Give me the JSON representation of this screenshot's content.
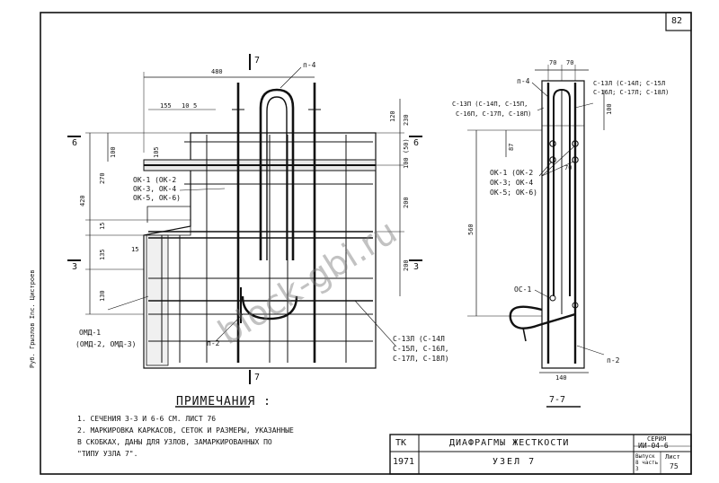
{
  "sheet_number": "82",
  "side_stamp": "Руб. Грызлов  Inc. Цистроев",
  "watermark": "block-gbi.ru",
  "left_view": {
    "section_mark_top": "7",
    "section_mark_bottom": "7",
    "section_6_left": "6",
    "section_6_right": "6",
    "section_3_left": "3",
    "section_3_right": "3",
    "dims_top": [
      "480",
      "155",
      "10",
      "5",
      "120"
    ],
    "dims_right": [
      "230",
      "100 (50)",
      "200",
      "200"
    ],
    "dims_left": [
      "100",
      "105",
      "270",
      "420",
      "15",
      "135",
      "130",
      "15"
    ],
    "label_p4": "п-4",
    "label_p2": "п-2",
    "ok_callout": [
      "ОК-1 (ОК-2",
      "ОК-3, ОК-4",
      "ОК-5, ОК-6)"
    ],
    "omd_callout": [
      "ОМД-1",
      "(ОМД-2, ОМД-3)"
    ],
    "c_callout": [
      "С-13Л (С-14Л",
      "С-15Л, С-16Л,",
      "С-17Л, С-18Л)"
    ]
  },
  "section_view": {
    "title": "7-7",
    "dims_top": [
      "70",
      "70"
    ],
    "dim_100": "100",
    "dim_87": "87",
    "dim_70": "70",
    "dim_560": "560",
    "dim_140": "140",
    "label_p4": "п-4",
    "label_p2": "п-2",
    "label_oc1": "ОС-1",
    "c13p": [
      "С-13П (С-14П, С-15П,",
      "С-16П, С-17П, С-18П)"
    ],
    "c13l": [
      "С-13Л (С-14Л; С-15Л",
      "С-16Л; С-17Л; С-18Л)"
    ],
    "ok_callout": [
      "ОК-1 (ОК-2",
      "ОК-3; ОК-4",
      "ОК-5; ОК-6)"
    ]
  },
  "notes": {
    "title": "ПРИМЕЧАНИЯ :",
    "lines": [
      "1. СЕЧЕНИЯ     3-3  И 6-6  СМ. ЛИСТ 76",
      "2. МАРКИРОВКА КАРКАСОВ, СЕТОК И РАЗМЕРЫ, УКАЗАННЫЕ",
      "   В СКОБКАХ, ДАНЫ ДЛЯ УЗЛОВ, ЗАМАРКИРОВАННЫХ ПО",
      "   \"ТИПУ УЗЛА 7\"."
    ]
  },
  "title_block": {
    "tk": "ТК",
    "year": "1971",
    "title": "ДИАФРАГМЫ ЖЕСТКОСТИ",
    "subtitle": "УЗЕЛ 7",
    "series_label": "СЕРИЯ",
    "series_value": "ИИ-04-6",
    "issue_label": "Выпуск 8 часть 3",
    "sheet_label": "Лист",
    "sheet_value": "75"
  }
}
